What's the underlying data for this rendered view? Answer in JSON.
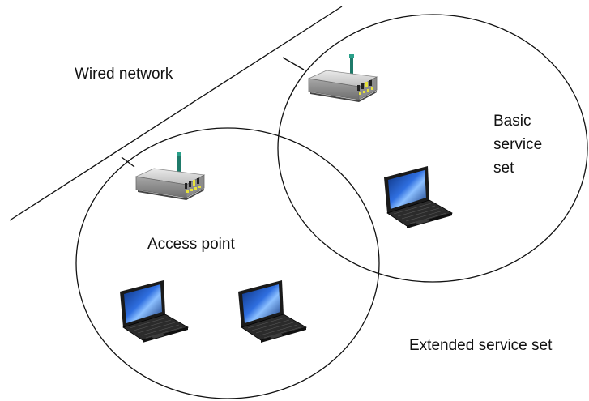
{
  "labels": {
    "wired_network": "Wired network",
    "access_point": "Access point",
    "basic_service_set": [
      "Basic",
      "service",
      "set"
    ],
    "extended_service_set": "Extended service set"
  },
  "icons": {
    "access_point": "wireless-access-point-icon",
    "laptop": "laptop-icon"
  },
  "colors": {
    "line": "#111111",
    "router_body": "#c8c8c8",
    "router_antenna": "#1f7a6a",
    "router_leds": "#e7e23a",
    "laptop_frame": "#1a1a1a",
    "laptop_screen": "#1e4ba8",
    "laptop_highlight": "#7fb3ff"
  }
}
